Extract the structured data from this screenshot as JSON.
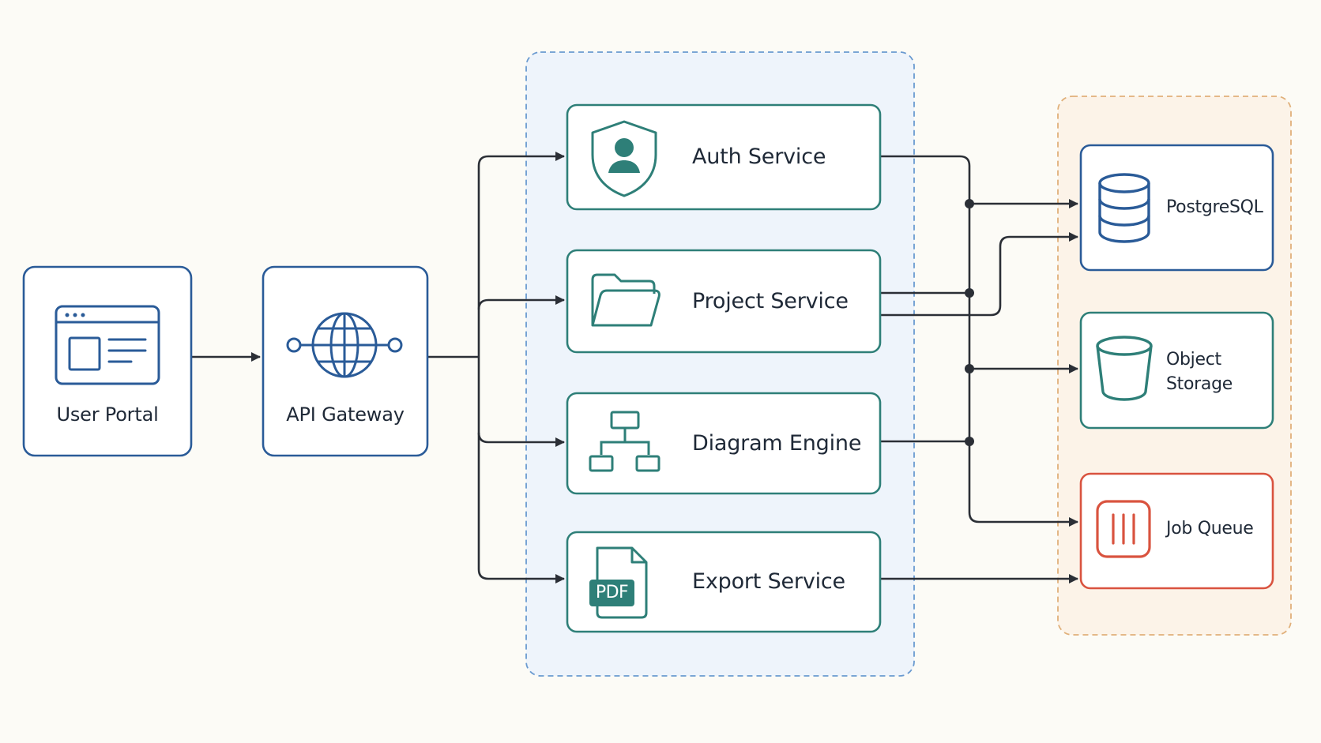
{
  "nodes": {
    "user_portal": {
      "label": "User Portal",
      "icon": "browser-window-icon"
    },
    "api_gateway": {
      "label": "API Gateway",
      "icon": "globe-network-icon"
    },
    "auth_service": {
      "label": "Auth Service",
      "icon": "shield-user-icon"
    },
    "project_service": {
      "label": "Project Service",
      "icon": "folder-icon"
    },
    "diagram_engine": {
      "label": "Diagram Engine",
      "icon": "hierarchy-icon"
    },
    "export_service": {
      "label": "Export Service",
      "icon": "pdf-file-icon",
      "badge": "PDF"
    },
    "postgresql": {
      "label": "PostgreSQL",
      "icon": "database-icon"
    },
    "object_storage": {
      "label": "Object\nStorage",
      "icon": "bucket-icon"
    },
    "job_queue": {
      "label": "Job Queue",
      "icon": "queue-icon"
    }
  },
  "colors": {
    "background": "#fcfbf6",
    "client_blue": "#2a5b98",
    "service_teal": "#2e7f78",
    "queue_red": "#d9533f",
    "edge": "#2b2f36",
    "services_group_border": "#6a9ad0",
    "services_group_fill": "#eef4fb",
    "data_group_border": "#e0b07a",
    "data_group_fill": "#fcf3e8"
  }
}
